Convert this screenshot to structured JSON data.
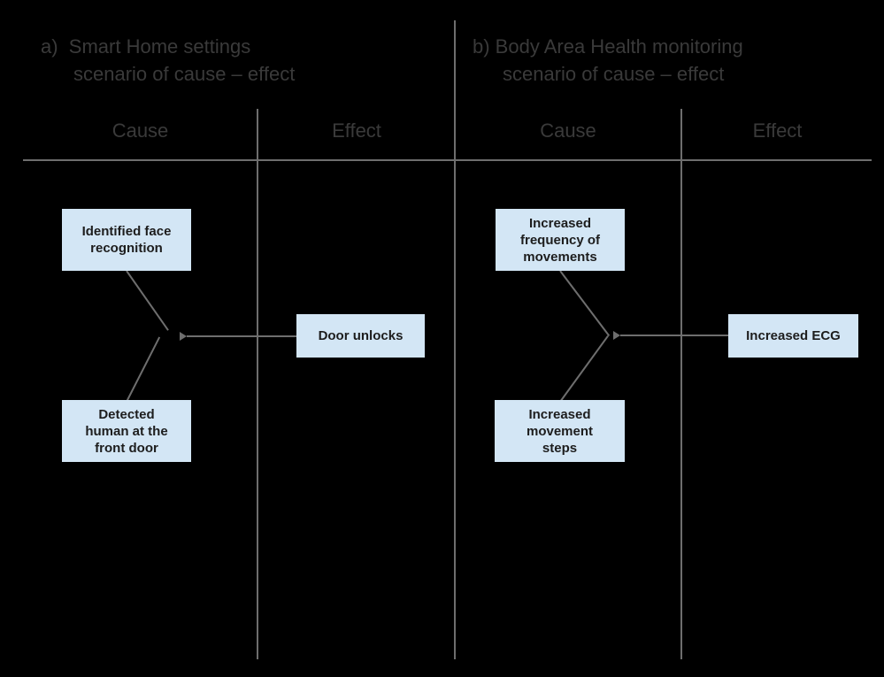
{
  "figure": {
    "background_color": "#000000",
    "line_color": "#6e6e6e",
    "heading_color": "#3a3a3a",
    "node_fill_color": "#d3e6f5",
    "node_text_color": "#1d1d1d"
  },
  "panels": [
    {
      "label": "a)",
      "title_line1": "a)  Smart Home settings",
      "title_line2": "scenario of cause – effect",
      "columns": {
        "cause": "Cause",
        "effect": "Effect"
      },
      "causes": [
        "Identified face\nrecognition",
        "Detected\nhuman at the\nfront door"
      ],
      "effects": [
        "Door unlocks"
      ]
    },
    {
      "label": "b)",
      "title_line1": "b) Body Area Health monitoring",
      "title_line2": "scenario of cause – effect",
      "columns": {
        "cause": "Cause",
        "effect": "Effect"
      },
      "causes": [
        "Increased\nfrequency of\nmovements",
        "Increased\nmovement\nsteps"
      ],
      "effects": [
        "Increased ECG"
      ]
    }
  ]
}
